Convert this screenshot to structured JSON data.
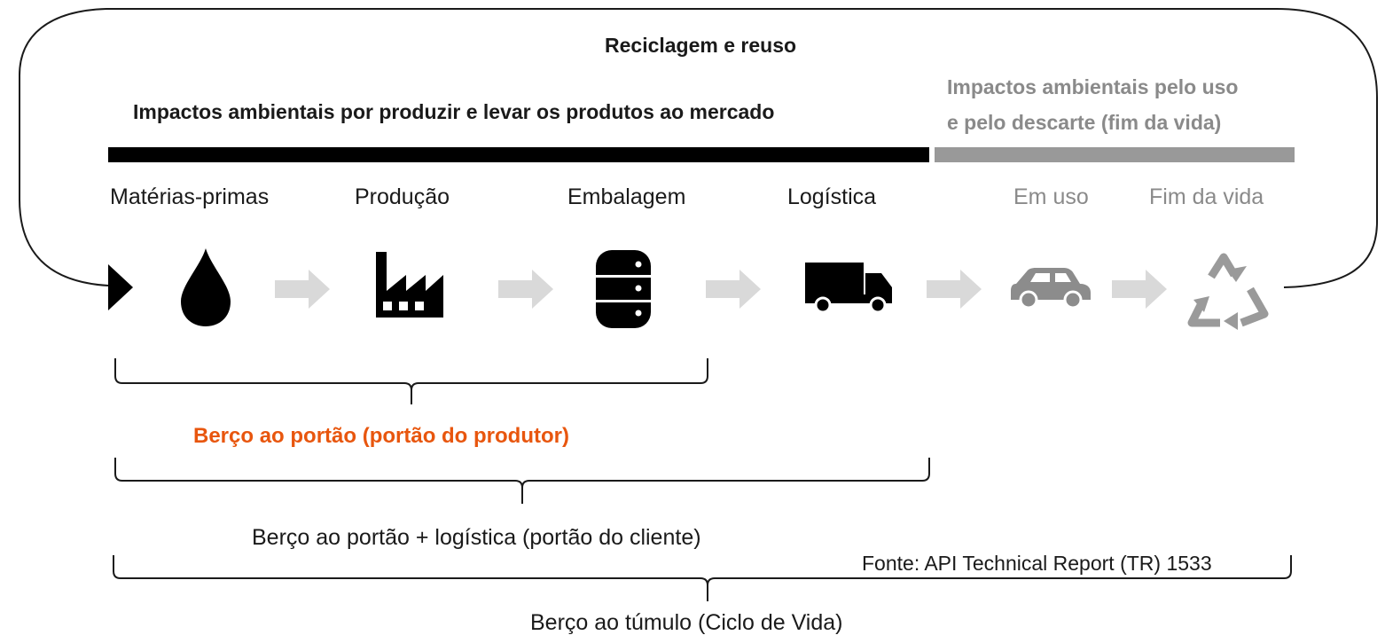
{
  "loop_label": "Reciclagem e reuso",
  "headings": {
    "production": "Impactos ambientais por produzir e levar os produtos ao mercado",
    "use_line1": "Impactos ambientais pelo uso",
    "use_line2": "e pelo descarte (fim da vida)"
  },
  "stages": [
    {
      "label": "Matérias-primas",
      "icon": "drop-icon"
    },
    {
      "label": "Produção",
      "icon": "factory-icon"
    },
    {
      "label": "Embalagem",
      "icon": "barrel-icon"
    },
    {
      "label": "Logística",
      "icon": "truck-icon"
    },
    {
      "label": "Em uso",
      "icon": "car-icon"
    },
    {
      "label": "Fim da vida",
      "icon": "recycle-icon"
    }
  ],
  "scopes": {
    "gate": "Berço ao portão (portão do produtor)",
    "gate_logistics": "Berço ao portão + logística (portão do cliente)",
    "grave": "Berço ao túmulo (Ciclo de Vida)"
  },
  "source": "Fonte: API Technical Report (TR) 1533",
  "colors": {
    "dark": "#000000",
    "gray": "#999999",
    "arrow": "#d9d9d9",
    "accent": "#e8560e"
  }
}
